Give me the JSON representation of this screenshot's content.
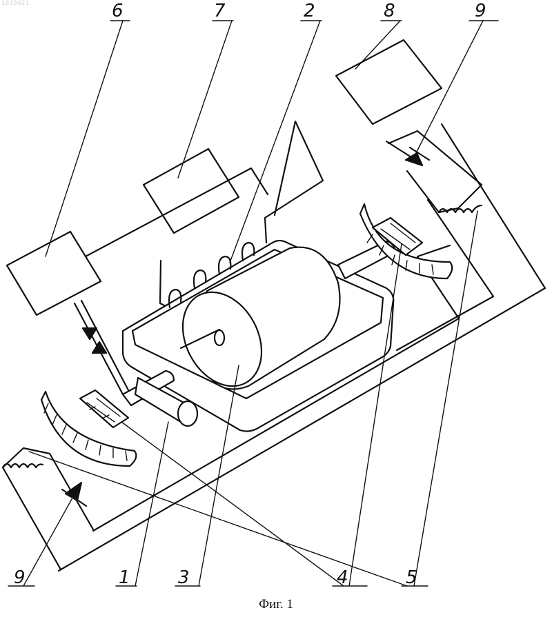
{
  "watermark": "1835921",
  "caption": "Фиг. 1",
  "labels": {
    "n6": "6",
    "n7": "7",
    "n2": "2",
    "n8": "8",
    "n9_top": "9",
    "n9_bottom": "9",
    "n1": "1",
    "n3": "3",
    "n4": "4",
    "n5": "5"
  }
}
